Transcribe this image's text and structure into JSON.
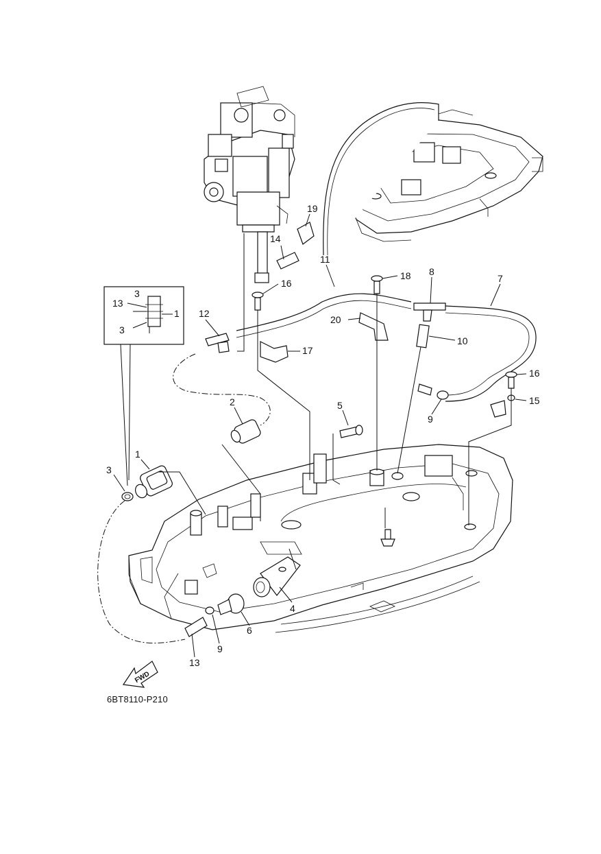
{
  "diagram": {
    "code": "6BT8110-P210",
    "fwd_label": "FWD",
    "callouts": [
      {
        "id": "c-1",
        "label": "1"
      },
      {
        "id": "c-2",
        "label": "2"
      },
      {
        "id": "c-3",
        "label": "3"
      },
      {
        "id": "c-4",
        "label": "4"
      },
      {
        "id": "c-5",
        "label": "5"
      },
      {
        "id": "c-6",
        "label": "6"
      },
      {
        "id": "c-7",
        "label": "7"
      },
      {
        "id": "c-8",
        "label": "8"
      },
      {
        "id": "c-9a",
        "label": "9"
      },
      {
        "id": "c-9b",
        "label": "9"
      },
      {
        "id": "c-10",
        "label": "10"
      },
      {
        "id": "c-11",
        "label": "11"
      },
      {
        "id": "c-12",
        "label": "12"
      },
      {
        "id": "c-13",
        "label": "13"
      },
      {
        "id": "c-14",
        "label": "14"
      },
      {
        "id": "c-15",
        "label": "15"
      },
      {
        "id": "c-16a",
        "label": "16"
      },
      {
        "id": "c-16b",
        "label": "16"
      },
      {
        "id": "c-17",
        "label": "17"
      },
      {
        "id": "c-18",
        "label": "18"
      },
      {
        "id": "c-19",
        "label": "19"
      },
      {
        "id": "c-20",
        "label": "20"
      }
    ],
    "inset_callouts": [
      {
        "id": "i-3a",
        "label": "3"
      },
      {
        "id": "i-13",
        "label": "13"
      },
      {
        "id": "i-1",
        "label": "1"
      },
      {
        "id": "i-3b",
        "label": "3"
      }
    ]
  }
}
